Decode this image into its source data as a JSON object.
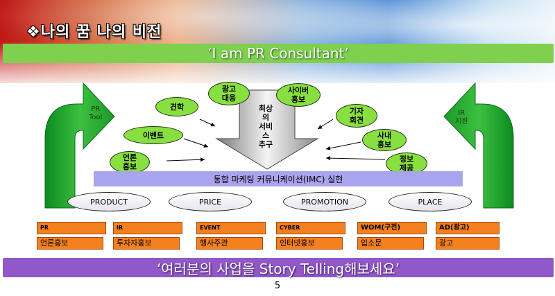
{
  "header": {
    "title": "❖나의 꿈 나의 비전"
  },
  "banner": {
    "motto": "‘I am PR Consultant’"
  },
  "diagram": {
    "center_arrow_text": "최상의\n서비스\n추구",
    "left_curve_label": "PR\nTool",
    "right_curve_label": "IR\n지원",
    "bubbles": [
      {
        "id": "ad-response",
        "label": "광고\n대응"
      },
      {
        "id": "cyber-pr",
        "label": "사이버\n홍보"
      },
      {
        "id": "tour",
        "label": "견학"
      },
      {
        "id": "press",
        "label": "기자\n회견"
      },
      {
        "id": "event",
        "label": "이벤트"
      },
      {
        "id": "internal-pr",
        "label": "사내\n홍보"
      },
      {
        "id": "media-pr",
        "label": "언론\n홍보"
      },
      {
        "id": "info-offer",
        "label": "정보\n제공"
      }
    ],
    "imc_bar": "통합 마케팅 커뮤니케이션(IMC) 실현",
    "four_p": [
      "PRODUCT",
      "PRICE",
      "PROMOTION",
      "PLACE"
    ],
    "tools": [
      {
        "tag": "PR",
        "label": "언론홍보"
      },
      {
        "tag": "IR",
        "label": "투자자홍보"
      },
      {
        "tag": "EVENT",
        "label": "행사주관"
      },
      {
        "tag": "CYBER",
        "label": "인터넷홍보"
      },
      {
        "tag": "WOM(구전)",
        "label": "입소문"
      },
      {
        "tag": "AD(광고)",
        "label": "광고"
      }
    ]
  },
  "footer": {
    "slogan": "‘여러분의 사업을 Story Telling해보세요’",
    "page_number": "5"
  },
  "colors": {
    "green_bar": "#7ed04e",
    "purple_bar": "#9058c8",
    "imc_bar": "#a9a4ee",
    "bubble": "#88e040",
    "orange_box": "#f5801e",
    "curve_arrow": "#1aa030"
  }
}
